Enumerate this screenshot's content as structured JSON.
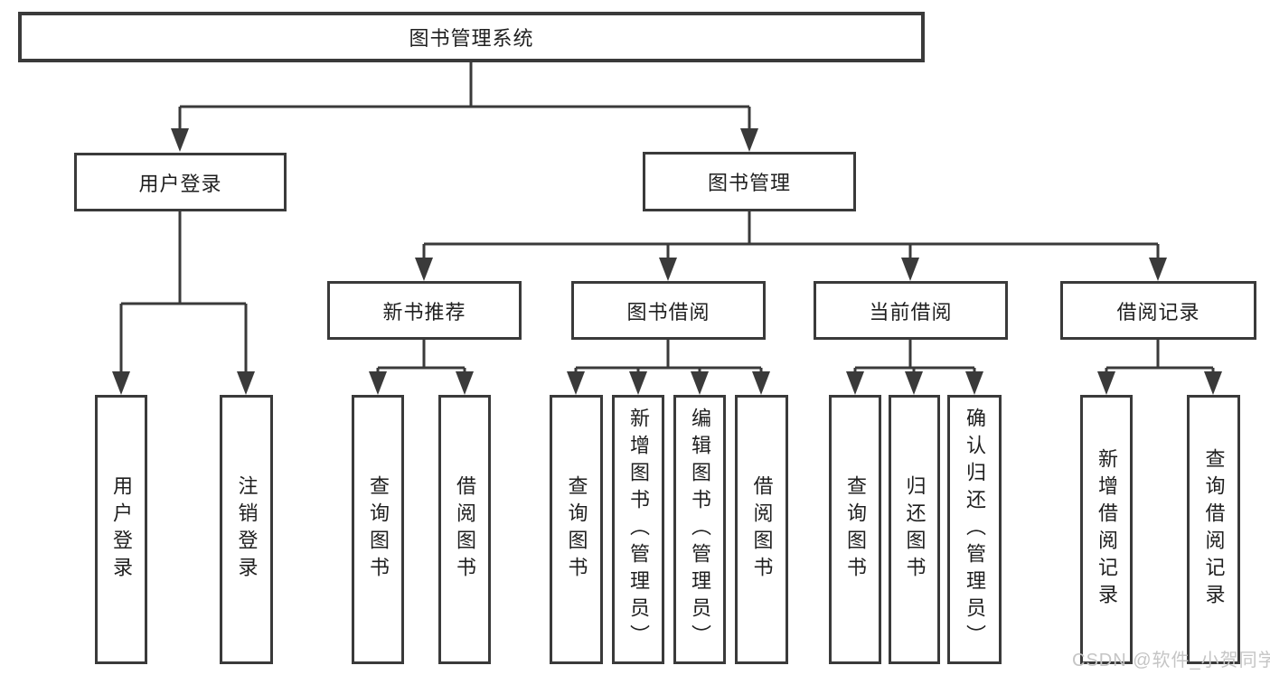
{
  "diagram": {
    "type": "hierarchy",
    "root": {
      "label": "图书管理系统"
    },
    "branches": [
      {
        "label": "用户登录",
        "children": [
          {
            "label": "用户登录"
          },
          {
            "label": "注销登录"
          }
        ]
      },
      {
        "label": "图书管理",
        "children": [
          {
            "label": "新书推荐",
            "children": [
              {
                "label": "查询图书"
              },
              {
                "label": "借阅图书"
              }
            ]
          },
          {
            "label": "图书借阅",
            "children": [
              {
                "label": "查询图书"
              },
              {
                "label": "新增图书（管理员）"
              },
              {
                "label": "编辑图书（管理员）"
              },
              {
                "label": "借阅图书"
              }
            ]
          },
          {
            "label": "当前借阅",
            "children": [
              {
                "label": "查询图书"
              },
              {
                "label": "归还图书"
              },
              {
                "label": "确认归还（管理员）"
              }
            ]
          },
          {
            "label": "借阅记录",
            "children": [
              {
                "label": "新增借阅记录"
              },
              {
                "label": "查询借阅记录"
              }
            ]
          }
        ]
      }
    ]
  },
  "watermark": {
    "text": "CSDN @软件_小贺同学"
  },
  "colors": {
    "line": "#3a3a3a",
    "text": "#1f1f1f",
    "background": "#ffffff",
    "watermark": "#c5c5c5"
  }
}
